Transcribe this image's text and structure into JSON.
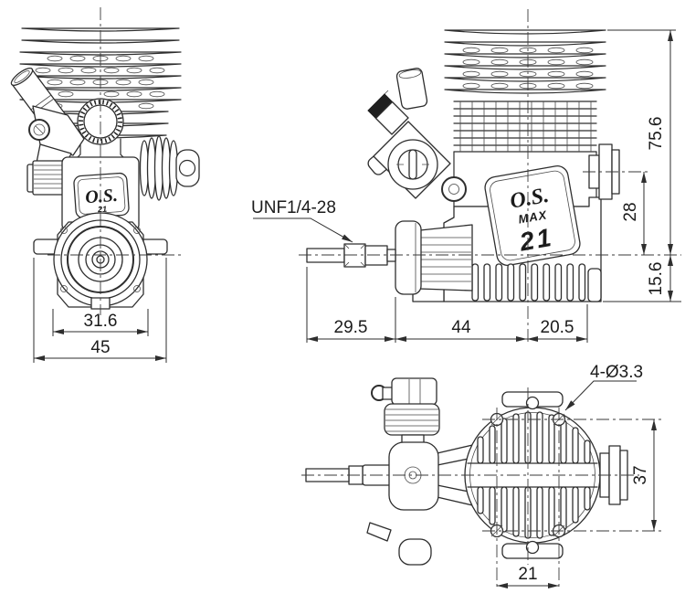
{
  "drawing": {
    "title": "Model engine three-view dimensional drawing",
    "colors": {
      "line": "#2e2e2e",
      "text": "#1b1b1b",
      "background": "#ffffff"
    },
    "front_view": {
      "logo": "O.S.",
      "logo_sub": "21",
      "dim_crankcase_dia": "31.6",
      "dim_overall_width": "45"
    },
    "side_view": {
      "crankshaft_thread_label": "UNF1/4-28",
      "logo_line1": "O.S.",
      "logo_line2": "MAX",
      "logo_line3": "21",
      "dim_shaft_length": "29.5",
      "dim_case_length": "44",
      "dim_rear_length": "20.5",
      "dim_head_to_crank_axis": "75.6",
      "dim_exhaust_to_crank_axis": "28",
      "dim_crank_axis_to_mount": "15.6"
    },
    "top_view": {
      "mounting_holes_label": "4-Ø3.3",
      "dim_hole_span": "21",
      "dim_mount_width": "37"
    }
  }
}
